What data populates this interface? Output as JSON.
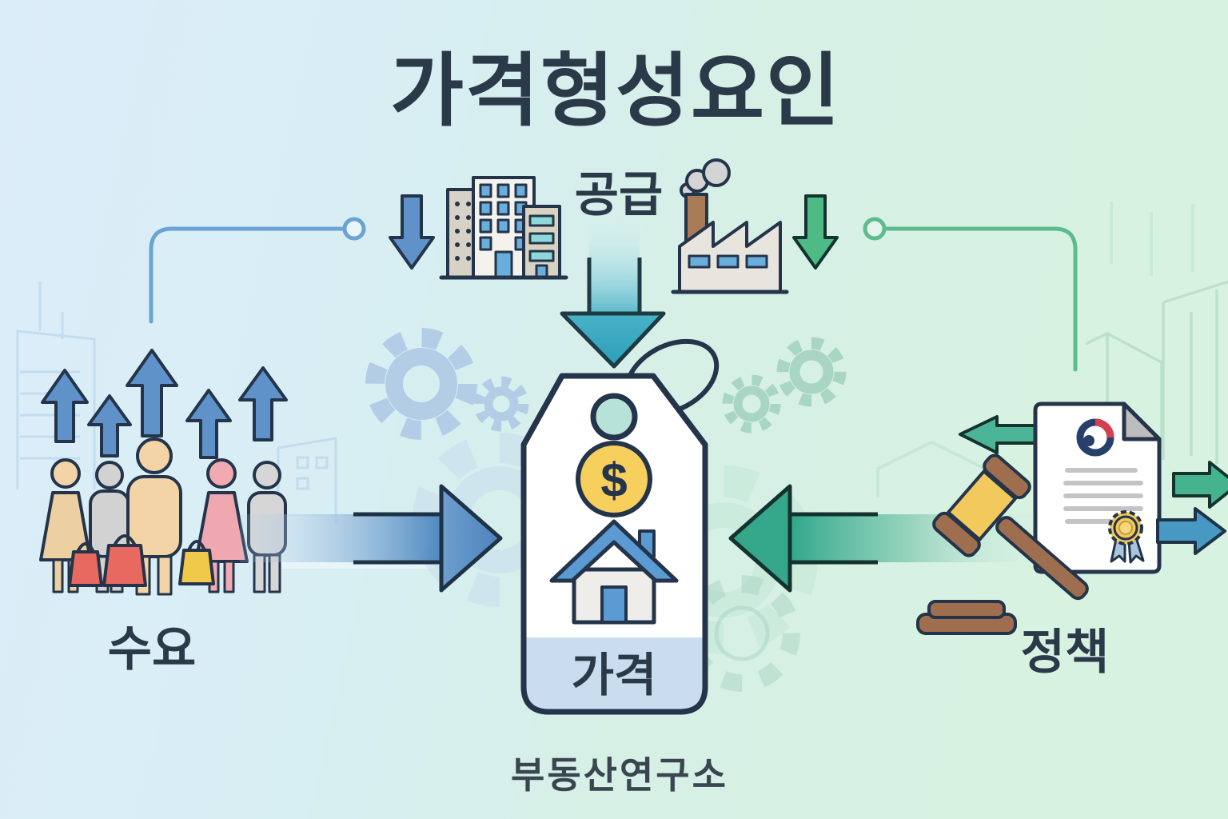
{
  "title": "가격형성요인",
  "supply": {
    "label": "공급"
  },
  "demand": {
    "label": "수요"
  },
  "policy": {
    "label": "정책"
  },
  "price_tag": {
    "label": "가격",
    "currency_symbol": "$"
  },
  "footer": {
    "label": "부동산연구소"
  },
  "flows": [
    {
      "from": "수요",
      "to": "가격",
      "direction": "right",
      "color": "#4e88c0"
    },
    {
      "from": "공급",
      "to": "가격",
      "direction": "down",
      "color": "#41b0c6"
    },
    {
      "from": "정책",
      "to": "가격",
      "direction": "left",
      "color": "#35a88c"
    }
  ],
  "icons": {
    "demand": [
      "up-arrows",
      "crowd-with-shopping-bags"
    ],
    "supply": [
      "down-arrow-blue",
      "office-buildings",
      "factory-with-smoke",
      "down-arrow-green"
    ],
    "policy": [
      "gavel",
      "government-document",
      "gold-seal",
      "korea-gov-emblem"
    ],
    "price": [
      "price-tag",
      "dollar-coin",
      "house"
    ],
    "background": [
      "gears",
      "city-skyline"
    ]
  },
  "colors": {
    "background_left": "#dcedfa",
    "background_right": "#d8f2e1",
    "outline_dark": "#24344a",
    "accent_blue": "#4e88c0",
    "accent_teal": "#35a88c",
    "accent_cyan": "#41b0c6",
    "coin_gold": "#f6cf5d",
    "roof_blue": "#5b9ad2",
    "tag_band_blue": "#c9ddee",
    "gavel_brown": "#9e6e4e",
    "people_tan": "#f2d4a6",
    "people_pink": "#f0a8b0",
    "bag_red": "#e8695f",
    "bag_yellow": "#f0c84a"
  }
}
